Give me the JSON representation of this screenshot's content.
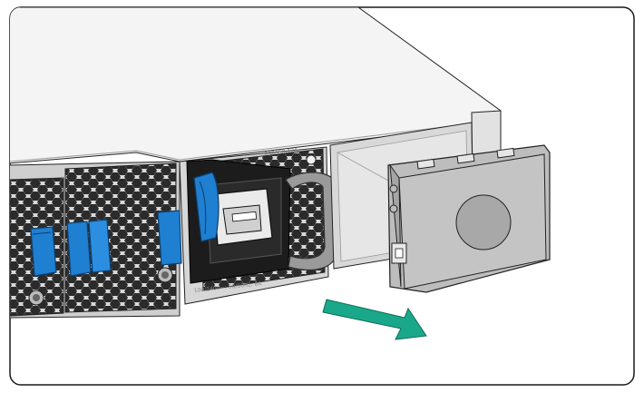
{
  "figure": {
    "psu_model_label": "PSR650-12A",
    "psu_rating_label": "100-240V~; 50/60Hz; 8A",
    "colors": {
      "frame": "#1a1a1a",
      "chassis_light": "#f0f0f0",
      "chassis_mid": "#d6d6d6",
      "chassis_dark": "#a9a9a9",
      "honeycomb_dark": "#2b2b2b",
      "latch_blue": "#1f7fd1",
      "arrow_green": "#1aa88a"
    },
    "icons": [
      "honeycomb-vent",
      "blue-latch",
      "power-inlet",
      "psu-handle",
      "pull-out-arrow",
      "status-led"
    ]
  }
}
